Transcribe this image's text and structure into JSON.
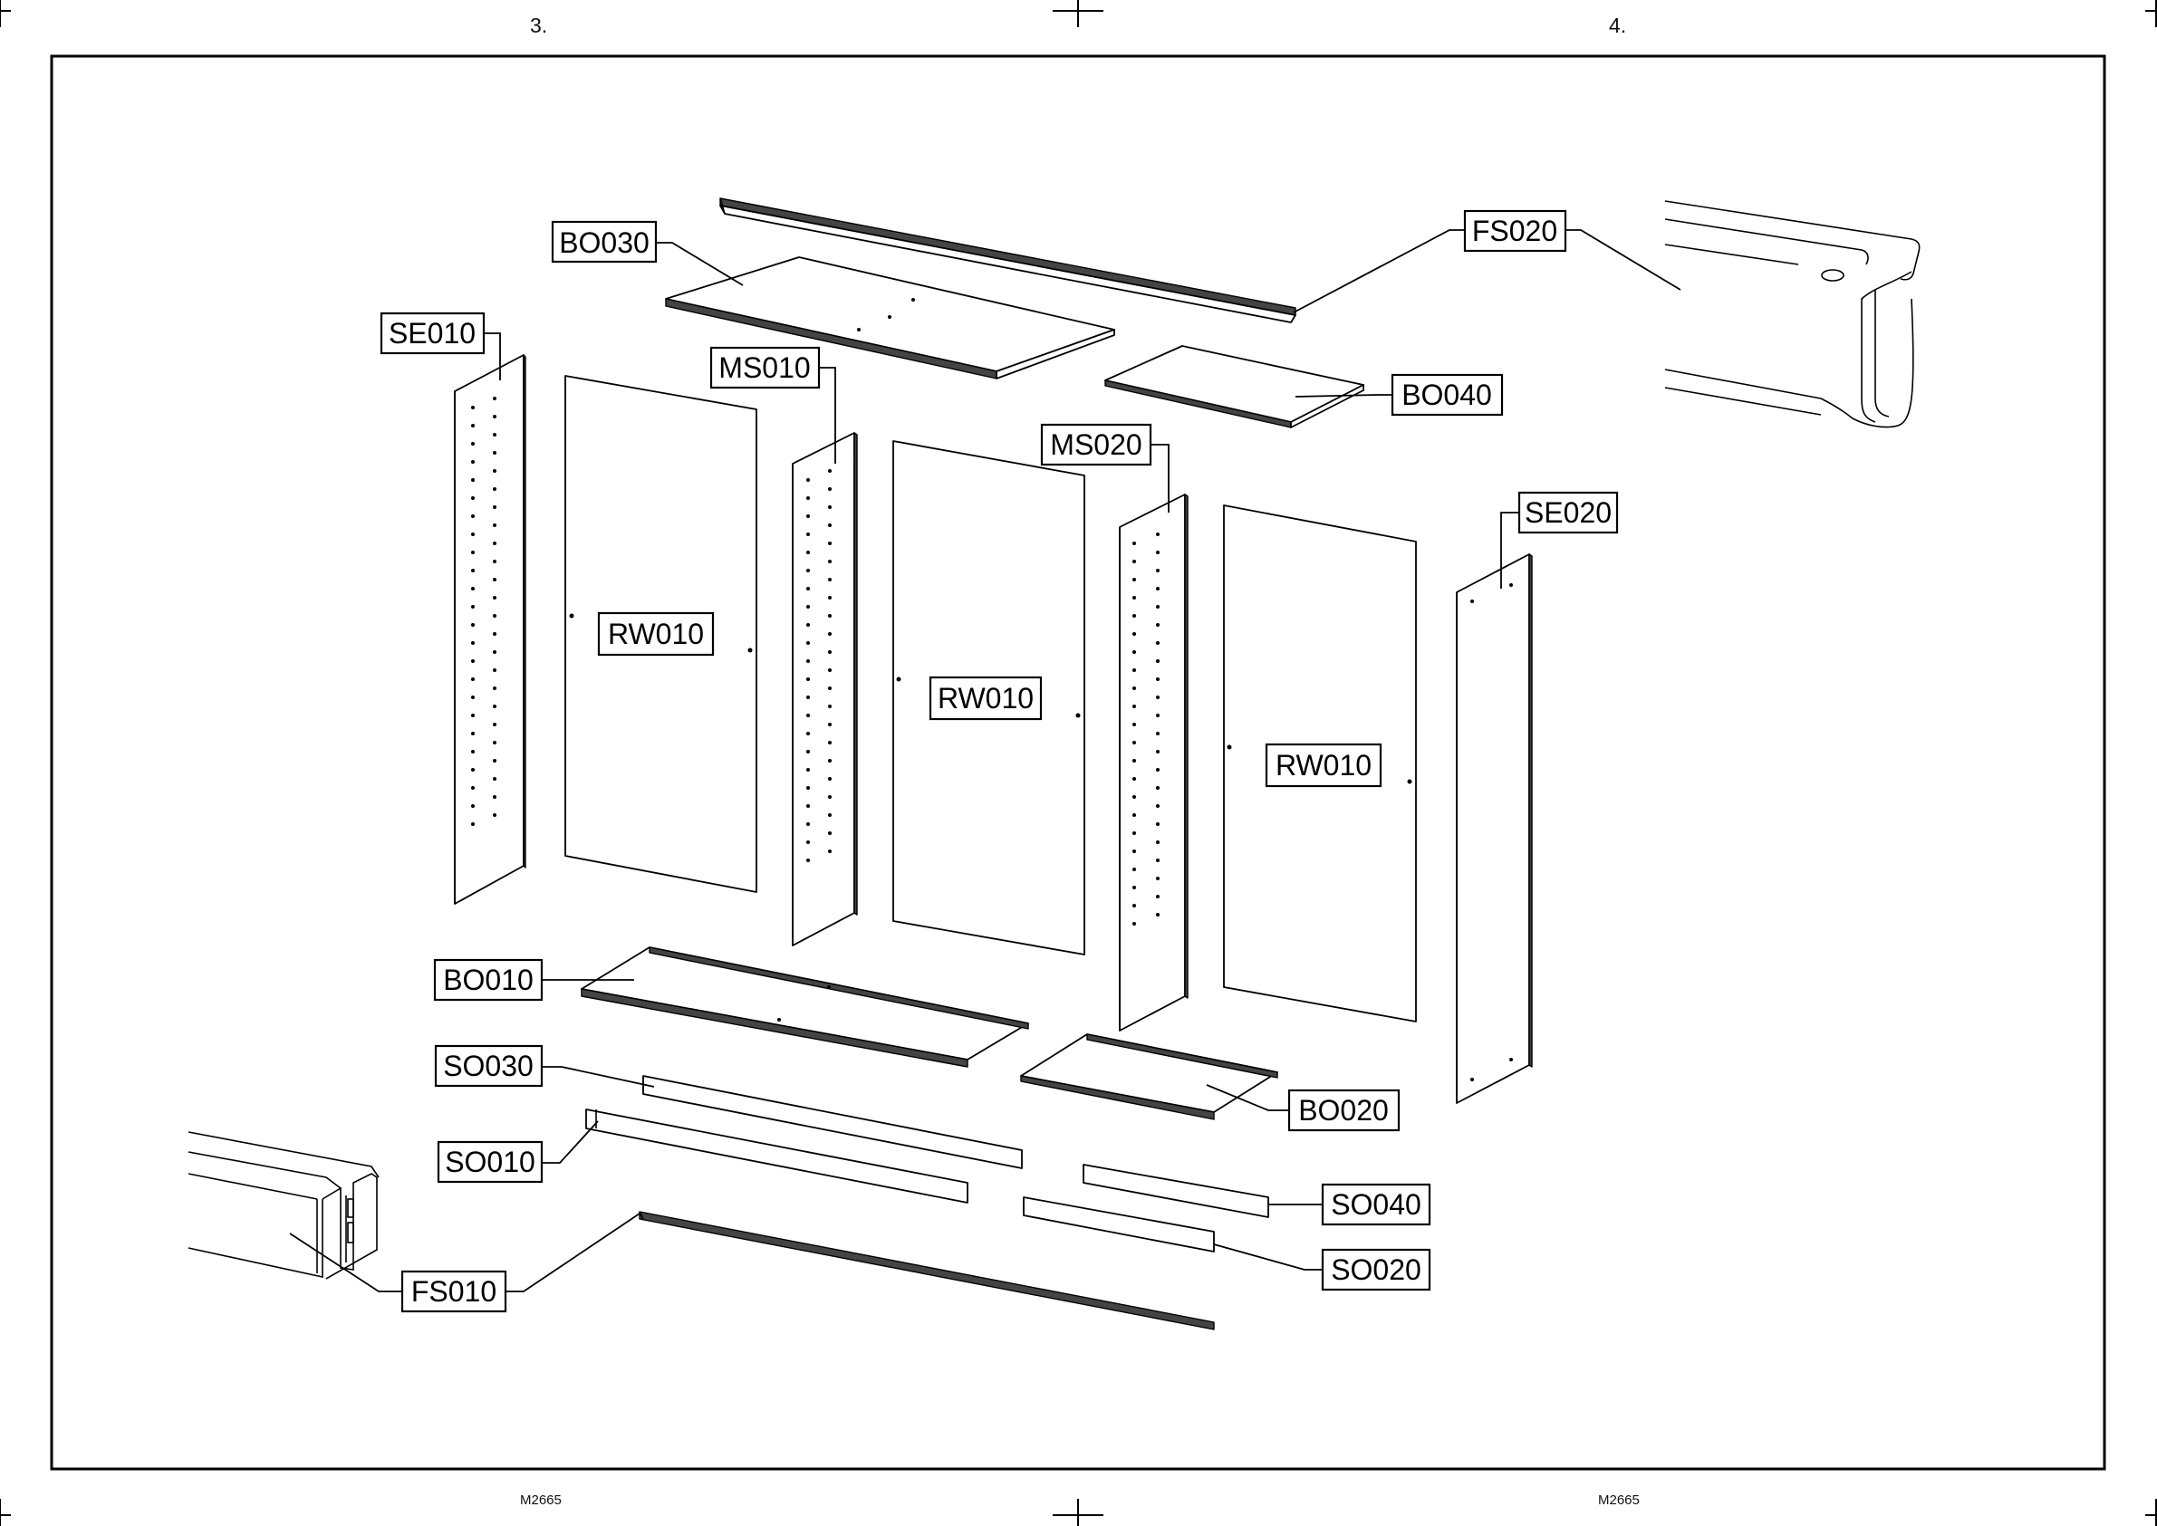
{
  "page_numbers": {
    "left": "3.",
    "right": "4."
  },
  "footer": {
    "left": "M2665",
    "right": "M2665"
  },
  "labels": {
    "bo030": "BO030",
    "fs020": "FS020",
    "se010": "SE010",
    "ms010": "MS010",
    "bo040": "BO040",
    "ms020": "MS020",
    "se020": "SE020",
    "rw010_a": "RW010",
    "rw010_b": "RW010",
    "rw010_c": "RW010",
    "bo010": "BO010",
    "so030": "SO030",
    "bo020": "BO020",
    "so010": "SO010",
    "so040": "SO040",
    "so020": "SO020",
    "fs010": "FS010"
  }
}
